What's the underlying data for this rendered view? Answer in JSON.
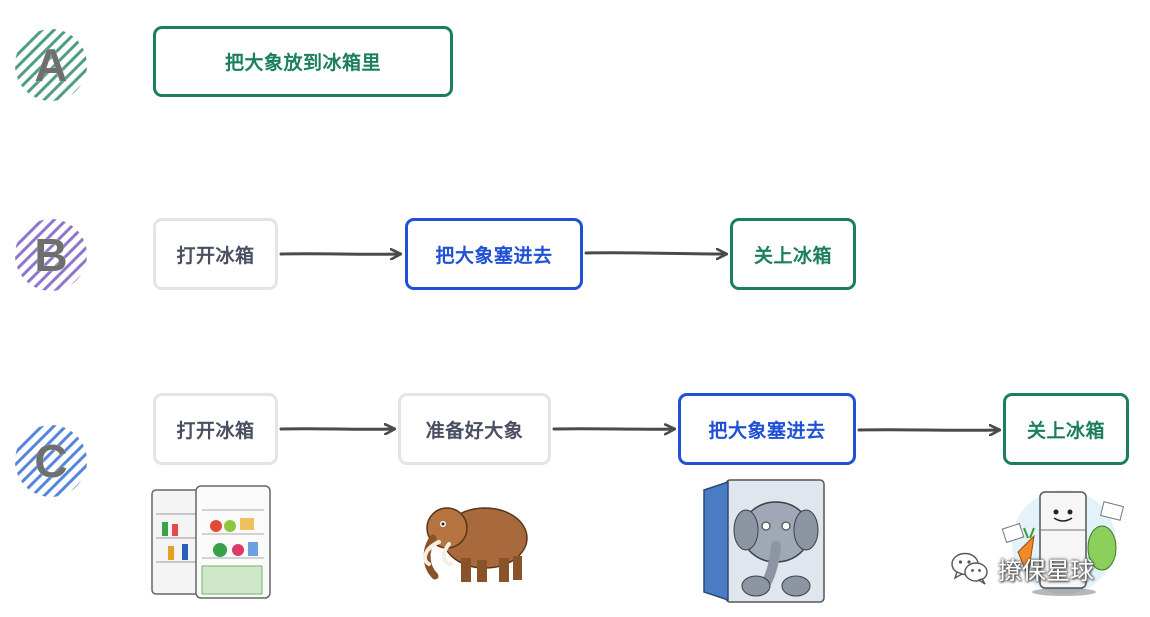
{
  "rows": {
    "a": {
      "badge": "A",
      "badge_color": "#2f8f6a"
    },
    "b": {
      "badge": "B",
      "badge_color": "#7b5fc4"
    },
    "c": {
      "badge": "C",
      "badge_color": "#3a6fd8"
    }
  },
  "row_a": {
    "goal": "把大象放到冰箱里"
  },
  "row_b": {
    "steps": [
      "打开冰箱",
      "把大象塞进去",
      "关上冰箱"
    ]
  },
  "row_c": {
    "steps": [
      "打开冰箱",
      "准备好大象",
      "把大象塞进去",
      "关上冰箱"
    ]
  },
  "illustrations": [
    "open-fridge-illustration",
    "mammoth-illustration",
    "elephant-in-fridge-illustration",
    "closed-fridge-illustration"
  ],
  "watermark": {
    "icon": "wechat-icon",
    "text": "撩保星球"
  },
  "colors": {
    "gray_border": "#e3e3ea",
    "blue": "#1f50d6",
    "green": "#1b7f5c",
    "arrow": "#4a4a4a"
  }
}
